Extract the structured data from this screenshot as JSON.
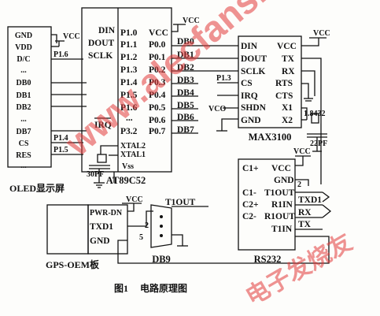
{
  "labels": {
    "oled": "OLED显示屏",
    "mcu": "AT89C52",
    "max": "MAX3100",
    "rs232": "RS232",
    "gps": "GPS-OEM板",
    "db9": "DB9",
    "caption": "图1　 电路原理图"
  },
  "power": {
    "vcc": "VCC",
    "vss": "Vss",
    "gnd": "GND",
    "vco": "VCO",
    "cap30": "30PF",
    "cap22": "22PF",
    "crystal": "1.8432",
    "db9_pin2": "2",
    "db9_pin5": "5",
    "rs_pin2": "2",
    "db9_t1out": "T1OUT"
  },
  "oled_pins": [
    "GND",
    "VDD",
    "D/C",
    "...",
    "DB0",
    "DB1",
    "DB2",
    "...",
    "DB7",
    "CS",
    "RES",
    "..."
  ],
  "oled_nets": {
    "p16": "P1.6",
    "p14": "P1.4",
    "p15": "P1.5"
  },
  "mcu_left": [
    "DIN",
    "DOUT",
    "SCLK",
    "IRQ",
    "XTAL2",
    "XTAL1"
  ],
  "mcu_p1": [
    "P1.0",
    "P1.1",
    "P1.2",
    "P1.3",
    "P1.4",
    "P1.5",
    "P1.6",
    "...",
    "P3.2"
  ],
  "mcu_p0": [
    "VCC",
    "P0.0",
    "P0.1",
    "P0.2",
    "P0.3",
    "P0.4",
    "P0.5",
    "P0.6",
    "P0.7"
  ],
  "bus_db": [
    "DB0",
    "DB1",
    "DB2",
    "DB3",
    "DB4",
    "DB5",
    "DB6",
    "DB7"
  ],
  "bus_net": "P1.3",
  "max_left": [
    "DIN",
    "DOUT",
    "SCLK",
    "CS",
    "IRQ",
    "SHDN",
    "GND"
  ],
  "max_right": [
    "VCC",
    "TX",
    "RX",
    "RTS",
    "CTS",
    "X1",
    "X2"
  ],
  "rs_left": [
    "C1+",
    "",
    "C1-",
    "C2+",
    "C2-"
  ],
  "rs_mid": [
    "VCC",
    "GND",
    "T1OUT",
    "R1IN",
    "R1OUT",
    "T1IN"
  ],
  "rs_right": [
    "TXD1",
    "RX",
    "TX"
  ],
  "gps_pins": [
    "PWR-DN",
    "TXD1",
    "GND"
  ],
  "watermark": {
    "main": "www.alecfans.com",
    "side": "电子发烧友"
  }
}
